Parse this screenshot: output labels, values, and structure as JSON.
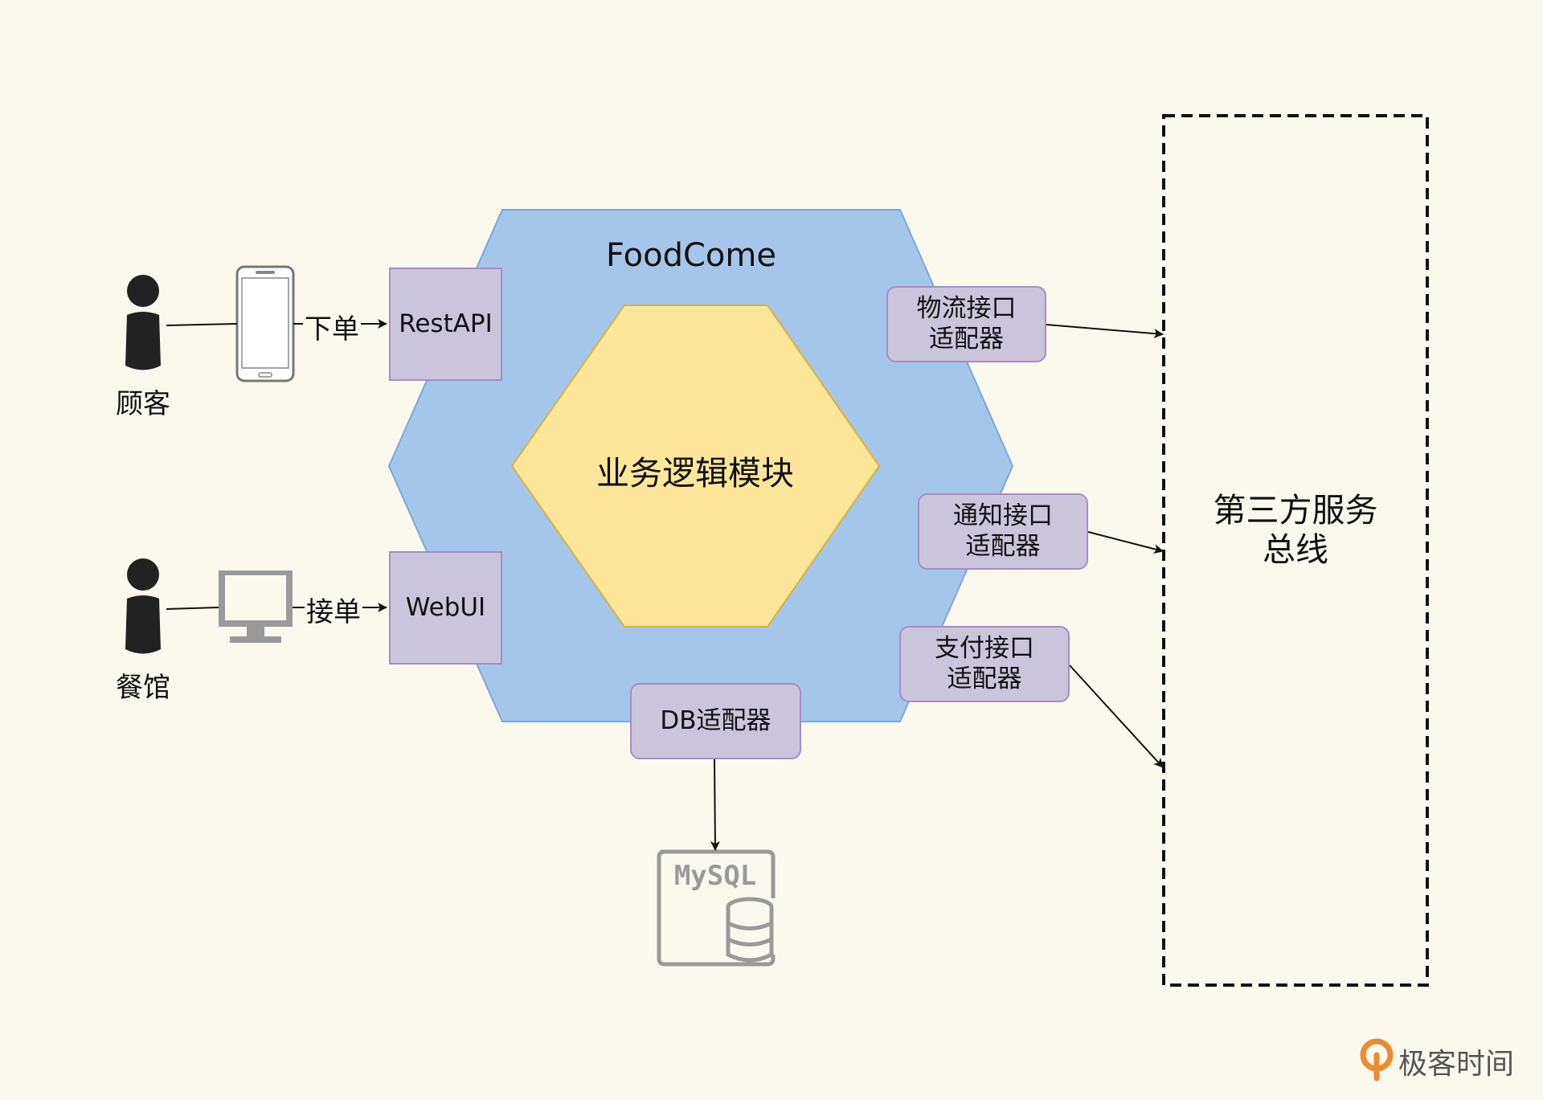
{
  "app": {
    "name": "FoodCome",
    "core": "业务逻辑模块"
  },
  "actors": {
    "customer": "顾客",
    "restaurant": "餐馆"
  },
  "edges": {
    "order": "下单",
    "accept": "接单"
  },
  "inbound_adapters": {
    "rest": "RestAPI",
    "web": "WebUI"
  },
  "outbound_adapters": {
    "logistics": [
      "物流接口",
      "适配器"
    ],
    "notify": [
      "通知接口",
      "适配器"
    ],
    "payment": [
      "支付接口",
      "适配器"
    ],
    "db": "DB适配器"
  },
  "database": {
    "name": "MySQL"
  },
  "bus": {
    "label": [
      "第三方服务",
      "总线"
    ]
  },
  "brand": {
    "name": "极客时间"
  },
  "colors": {
    "background": "#fbf9ee",
    "outer_hexagon": "#a4c6ea",
    "inner_hexagon": "#fde69a",
    "adapter_fill": "#cbc5dc",
    "adapter_border": "#a98bc5",
    "brand_orange": "#f08a2e"
  }
}
